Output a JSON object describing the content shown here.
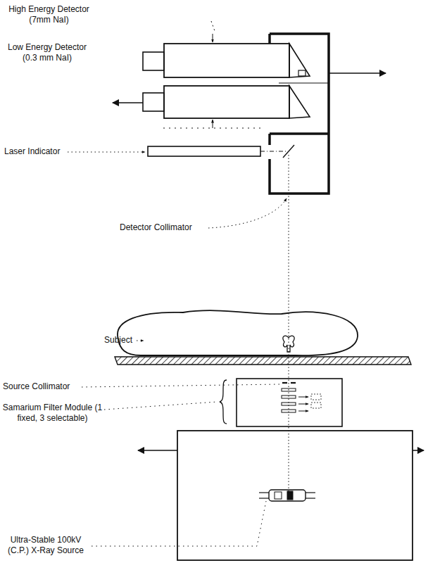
{
  "diagram": {
    "labels": [
      "High Energy Detector (7mm NaI)",
      "Low Energy Detector (0.3 mm NaI)",
      "Laser Indicator",
      "Detector Collimator",
      "Subject",
      "Source Collimator",
      "Samarium Filter Module (1 fixed, 3 selectable)",
      "Ultra-Stable 100kV (C.P.) X-Ray Source"
    ]
  }
}
